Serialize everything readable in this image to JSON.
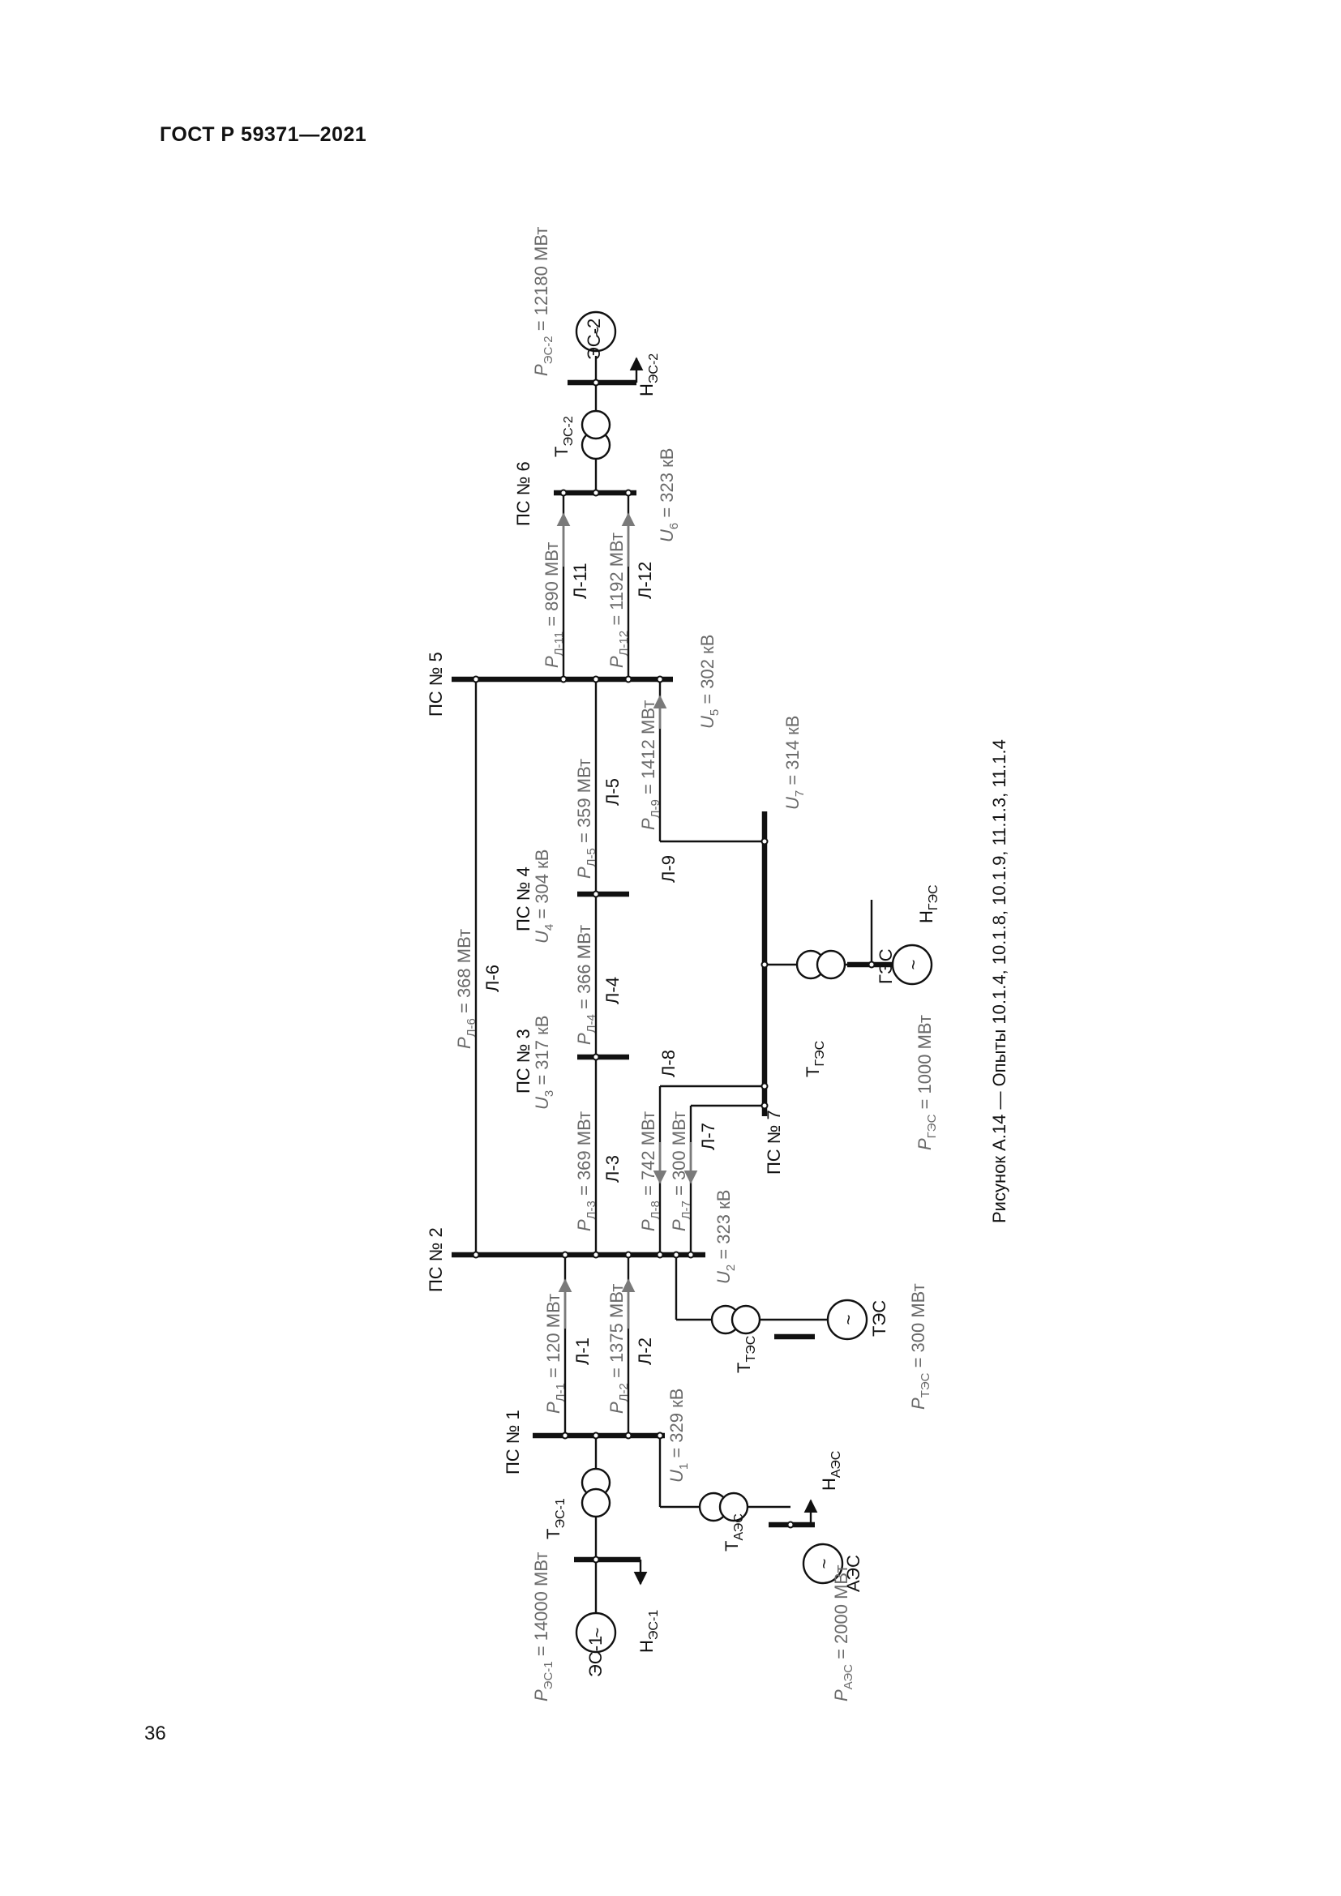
{
  "header": {
    "standard": "ГОСТ Р 59371—2021"
  },
  "page_number": "36",
  "caption": "Рисунок А.14 — Опыты 10.1.4, 10.1.8, 10.1.9, 11.1.3, 11.1.4",
  "substations": {
    "ps1": "ПС № 1",
    "ps2": "ПС № 2",
    "ps3": "ПС № 3",
    "ps4": "ПС № 4",
    "ps5": "ПС № 5",
    "ps6": "ПС № 6",
    "ps7": "ПС № 7"
  },
  "lines": {
    "l1": "Л-1",
    "l2": "Л-2",
    "l3": "Л-3",
    "l4": "Л-4",
    "l5": "Л-5",
    "l6": "Л-6",
    "l7": "Л-7",
    "l8": "Л-8",
    "l9": "Л-9",
    "l11": "Л-11",
    "l12": "Л-12"
  },
  "plants": {
    "es1": "ЭС-1",
    "es2": "ЭС-2",
    "aes": "АЭС",
    "tes": "ТЭС",
    "ges": "ГЭС"
  },
  "transformers": {
    "t_es1": {
      "base": "Т",
      "sub": "ЭС-1"
    },
    "t_es2": {
      "base": "Т",
      "sub": "ЭС-2"
    },
    "t_aes": {
      "base": "Т",
      "sub": "АЭС"
    },
    "t_tes": {
      "base": "Т",
      "sub": "ТЭС"
    },
    "t_ges": {
      "base": "Т",
      "sub": "ГЭС"
    }
  },
  "loads": {
    "n_es1": {
      "base": "Н",
      "sub": "ЭС-1"
    },
    "n_es2": {
      "base": "Н",
      "sub": "ЭС-2"
    },
    "n_aes": {
      "base": "Н",
      "sub": "АЭС"
    },
    "n_ges": {
      "base": "Н",
      "sub": "ГЭС"
    }
  },
  "powers": {
    "p_es1": {
      "sub": "ЭС-1",
      "value": " = 14000 МВт"
    },
    "p_es2": {
      "sub": "ЭС-2",
      "value": " = 12180 МВт"
    },
    "p_aes": {
      "sub": "АЭС",
      "value": " = 2000 МВт"
    },
    "p_tes": {
      "sub": "ТЭС",
      "value": " = 300 МВт"
    },
    "p_ges": {
      "sub": "ГЭС",
      "value": " = 1000 МВт"
    },
    "p_l1": {
      "sub": "Л-1",
      "value": " = 120 МВт"
    },
    "p_l2": {
      "sub": "Л-2",
      "value": " = 1375 МВт"
    },
    "p_l3": {
      "sub": "Л-3",
      "value": " = 369 МВт"
    },
    "p_l4": {
      "sub": "Л-4",
      "value": " = 366 МВт"
    },
    "p_l5": {
      "sub": "Л-5",
      "value": " = 359 МВт"
    },
    "p_l6": {
      "sub": "Л-6",
      "value": " = 368 МВт"
    },
    "p_l7": {
      "sub": "Л-7",
      "value": " = 300 МВт"
    },
    "p_l8": {
      "sub": "Л-8",
      "value": " = 742 МВт"
    },
    "p_l9": {
      "sub": "Л-9",
      "value": " = 1412 МВт"
    },
    "p_l11": {
      "sub": "Л-11",
      "value": " = 890 МВт"
    },
    "p_l12": {
      "sub": "Л-12",
      "value": " = 1192 МВт"
    }
  },
  "voltages": {
    "u1": {
      "sub": "1",
      "value": " = 329 кВ"
    },
    "u2": {
      "sub": "2",
      "value": " = 323 кВ"
    },
    "u3": {
      "sub": "3",
      "value": " = 317 кВ"
    },
    "u4": {
      "sub": "4",
      "value": " = 304 кВ"
    },
    "u5": {
      "sub": "5",
      "value": " = 302 кВ"
    },
    "u6": {
      "sub": "6",
      "value": " = 323 кВ"
    },
    "u7": {
      "sub": "7",
      "value": " = 314 кВ"
    }
  },
  "symbols": {
    "power": "P",
    "voltage": "U",
    "generator": "~"
  }
}
